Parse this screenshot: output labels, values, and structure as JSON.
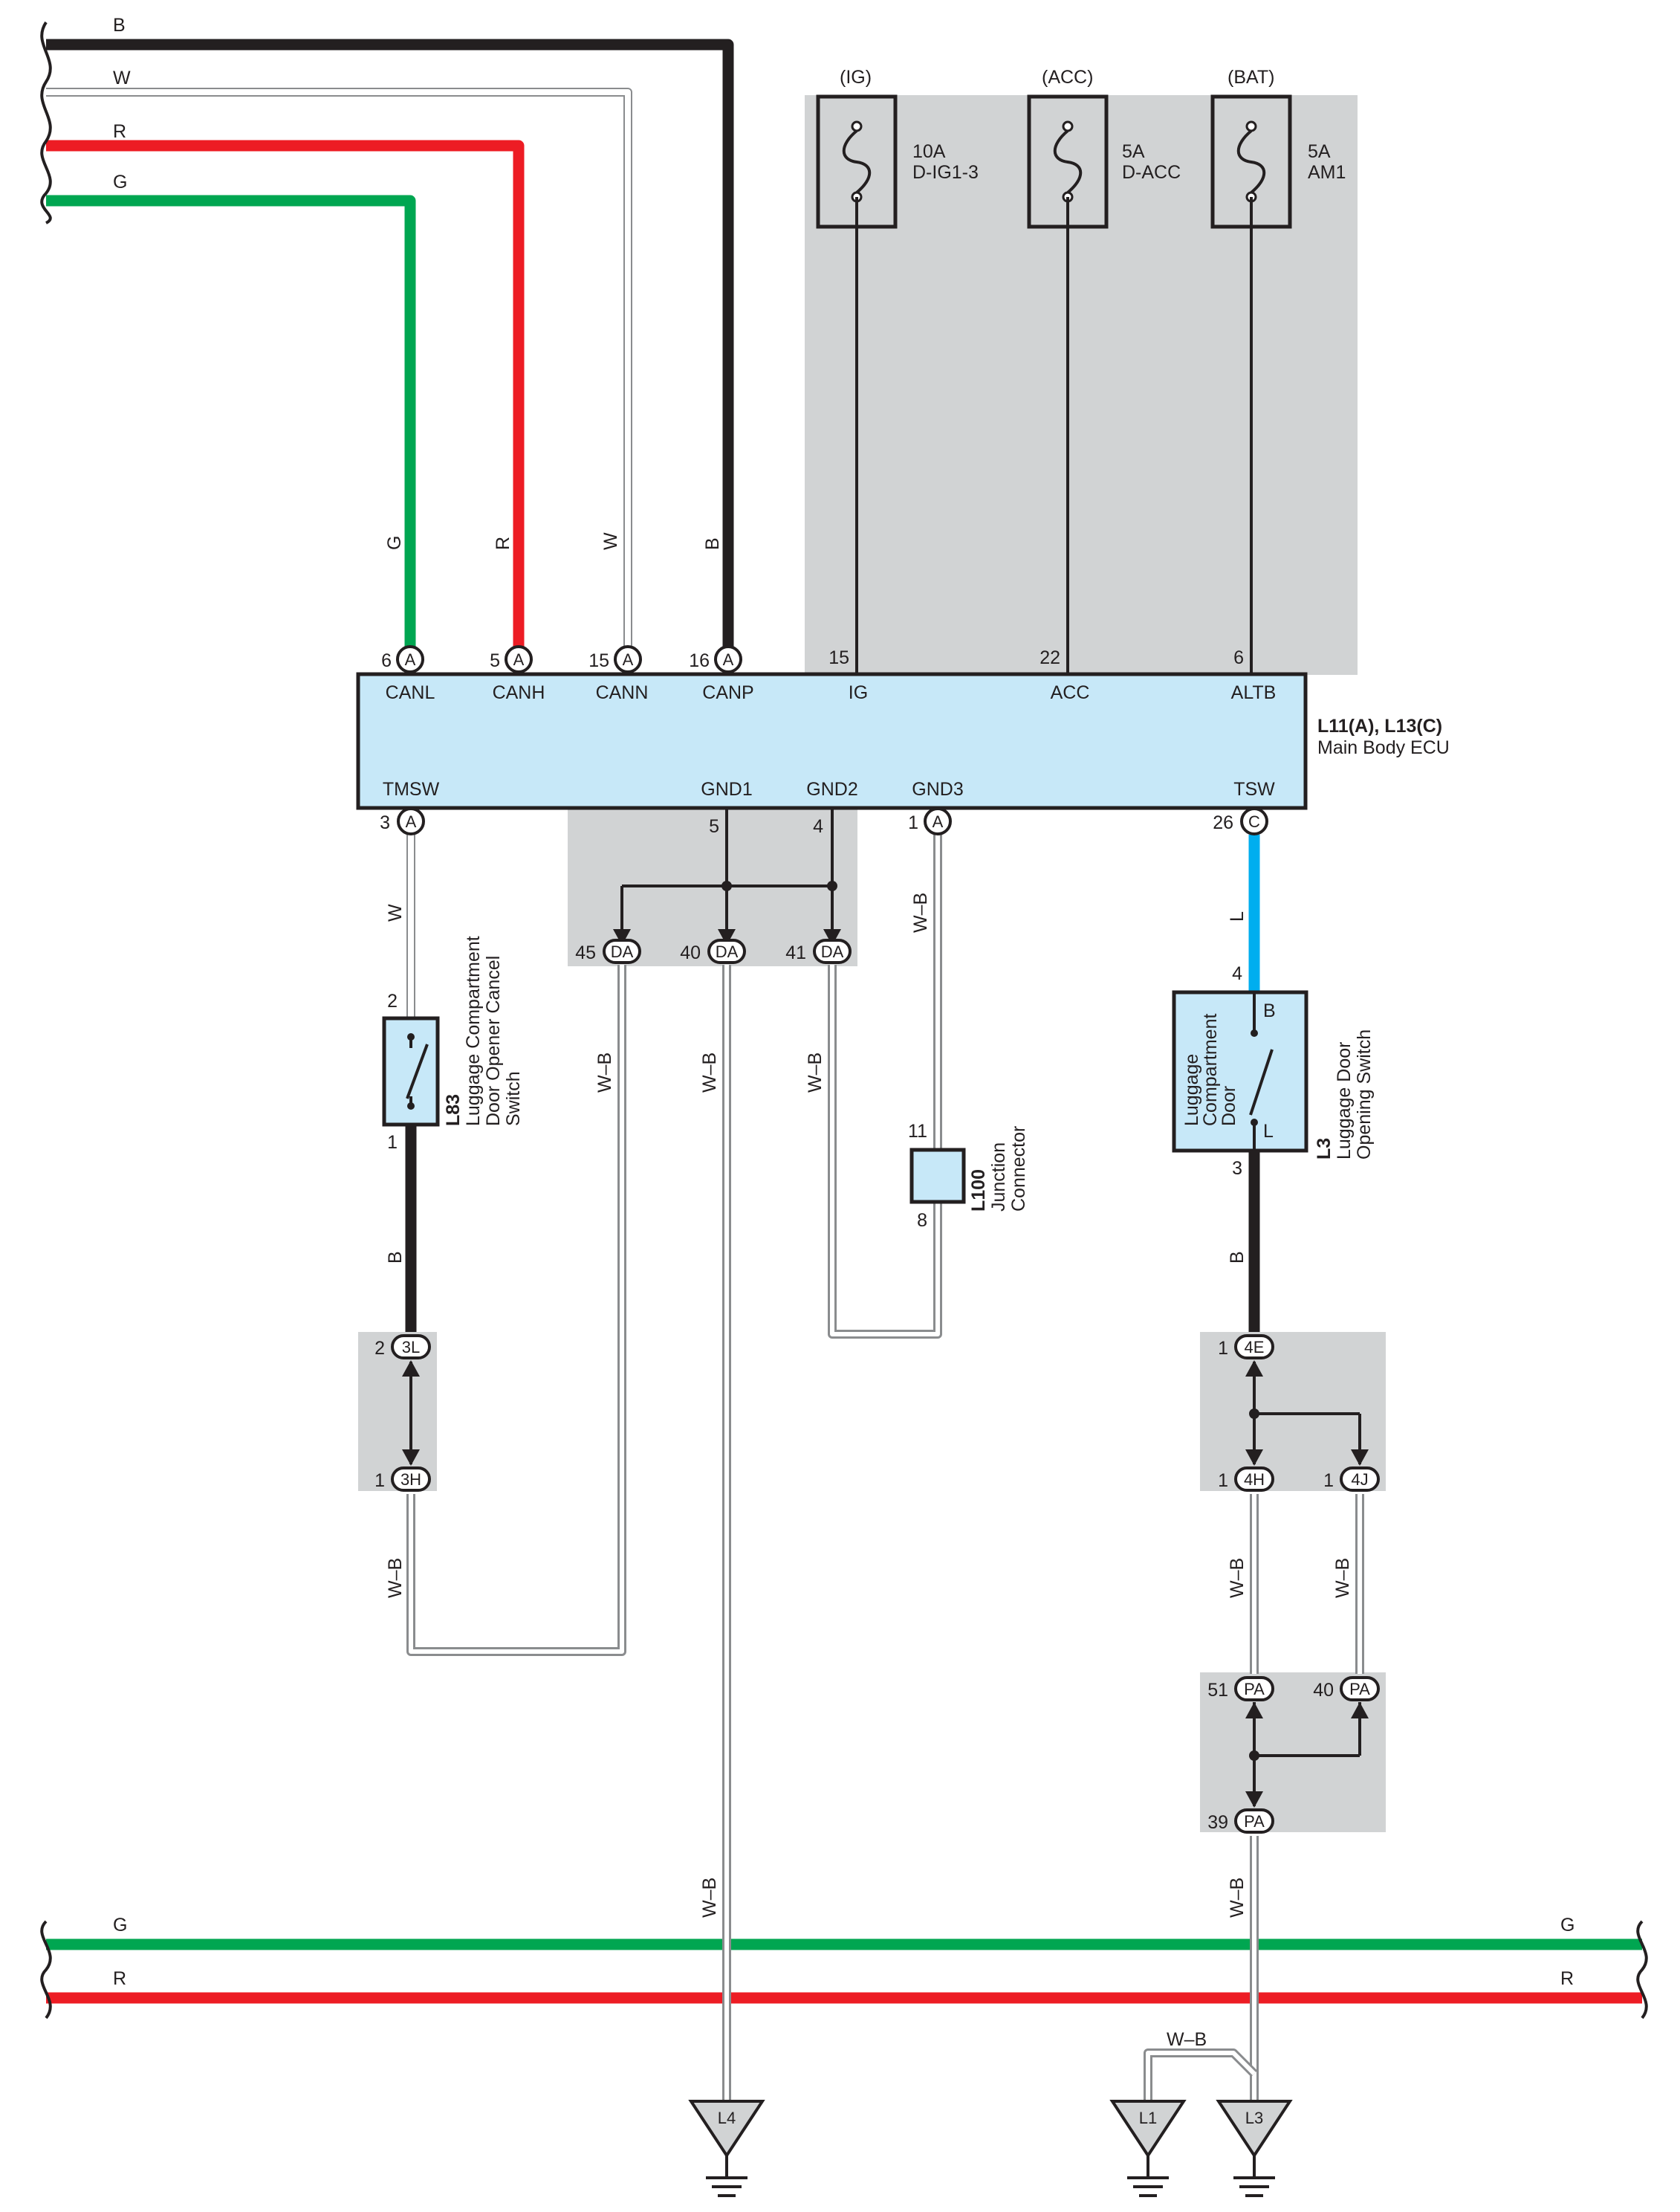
{
  "colors": {
    "black": "#231f20",
    "red": "#ed1c24",
    "green": "#00a651",
    "blue": "#00aeef",
    "ecu_fill": "#c7e8f8",
    "shade": "#d1d3d4",
    "white_wire_outline": "#8a8c8e"
  },
  "bus": {
    "top": [
      "B",
      "W",
      "R",
      "G"
    ],
    "bottom_left": [
      "G",
      "R"
    ],
    "bottom_right": [
      "G",
      "R"
    ]
  },
  "fuses": [
    {
      "source": "(IG)",
      "amp": "10A",
      "name": "D-IG1-3"
    },
    {
      "source": "(ACC)",
      "amp": "5A",
      "name": "D-ACC"
    },
    {
      "source": "(BAT)",
      "amp": "5A",
      "name": "AM1"
    }
  ],
  "ecu": {
    "code": "L11(A), L13(C)",
    "name": "Main Body ECU",
    "top_terminals": [
      {
        "pin": "6",
        "conn": "A",
        "label": "CANL",
        "wire": "G"
      },
      {
        "pin": "5",
        "conn": "A",
        "label": "CANH",
        "wire": "R"
      },
      {
        "pin": "15",
        "conn": "A",
        "label": "CANN",
        "wire": "W"
      },
      {
        "pin": "16",
        "conn": "A",
        "label": "CANP",
        "wire": "B"
      },
      {
        "pin": "15",
        "label": "IG"
      },
      {
        "pin": "22",
        "label": "ACC"
      },
      {
        "pin": "6",
        "label": "ALTB"
      }
    ],
    "bottom_terminals": [
      {
        "pin": "3",
        "conn": "A",
        "label": "TMSW"
      },
      {
        "pin": "5",
        "label": "GND1"
      },
      {
        "pin": "4",
        "label": "GND2"
      },
      {
        "pin": "1",
        "conn": "A",
        "label": "GND3"
      },
      {
        "pin": "26",
        "conn": "C",
        "label": "TSW"
      }
    ]
  },
  "da_connectors": [
    {
      "pin": "45",
      "name": "DA"
    },
    {
      "pin": "40",
      "name": "DA"
    },
    {
      "pin": "41",
      "name": "DA"
    }
  ],
  "wires": {
    "w": "W",
    "wb": "W–B",
    "b": "B",
    "l": "L"
  },
  "switch_l83": {
    "code": "L83",
    "name_lines": [
      "Luggage Compartment",
      "Door Opener Cancel",
      "Switch"
    ],
    "pin_top": "2",
    "pin_bottom": "1"
  },
  "junction_l100": {
    "code": "L100",
    "name_lines": [
      "Junction",
      "Connector"
    ],
    "pin_top": "11",
    "pin_bottom": "8"
  },
  "switch_l3": {
    "code": "L3",
    "name_lines": [
      "Luggage Door",
      "Opening Switch"
    ],
    "inner_lines": [
      "Luggage",
      "Compartment",
      "Door"
    ],
    "pin_top": "4",
    "pin_bottom": "3",
    "term_b": "B",
    "term_l": "L"
  },
  "inline_connectors": {
    "c3l": {
      "pin": "2",
      "name": "3L"
    },
    "c3h": {
      "pin": "1",
      "name": "3H"
    },
    "c4e": {
      "pin": "1",
      "name": "4E"
    },
    "c4h": {
      "pin": "1",
      "name": "4H"
    },
    "c4j": {
      "pin": "1",
      "name": "4J"
    },
    "pa51": {
      "pin": "51",
      "name": "PA"
    },
    "pa40": {
      "pin": "40",
      "name": "PA"
    },
    "pa39": {
      "pin": "39",
      "name": "PA"
    }
  },
  "grounds": [
    "L4",
    "L1",
    "L3"
  ],
  "ground_link_wire": "W–B"
}
